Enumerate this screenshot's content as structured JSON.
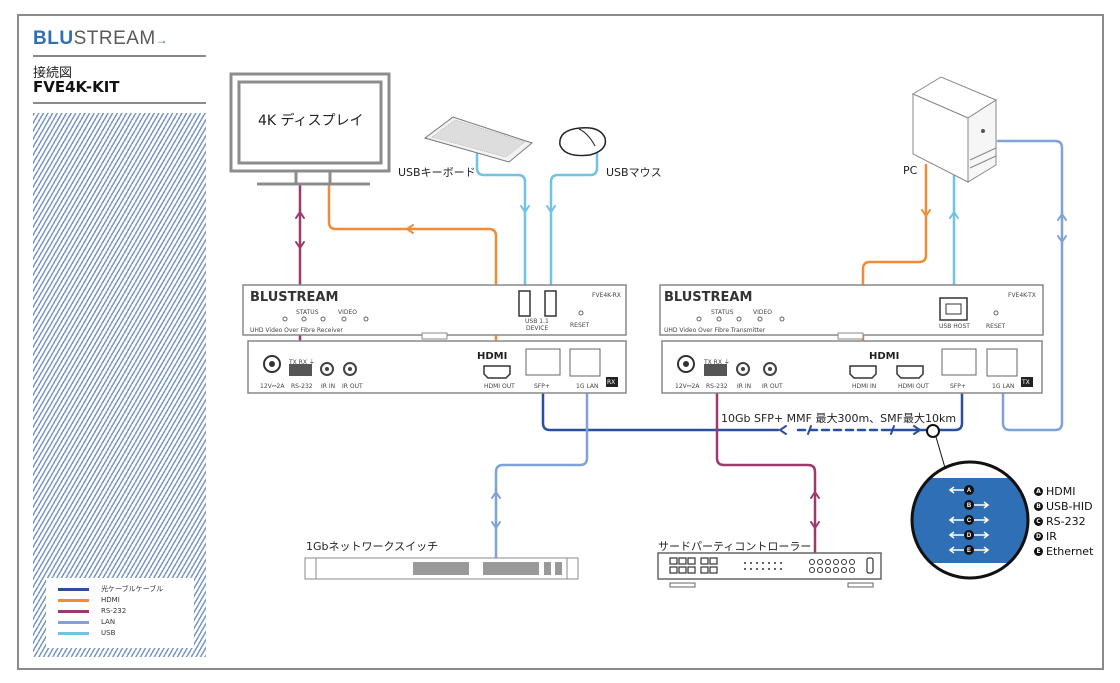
{
  "header": {
    "brand_bold": "BLU",
    "brand_thin": "STREAM",
    "subtitle": "接続図",
    "model": "FVE4K-KIT"
  },
  "legend": {
    "items": [
      {
        "label": "光ケーブルケーブル",
        "color": "#2b4f9e"
      },
      {
        "label": "HDMI",
        "color": "#ee8c3a"
      },
      {
        "label": "RS-232",
        "color": "#9a3a6e"
      },
      {
        "label": "LAN",
        "color": "#7fa3d6"
      },
      {
        "label": "USB",
        "color": "#6fc3e4"
      }
    ]
  },
  "devices": {
    "display": "4K ディスプレイ",
    "keyboard": "USBキーボード",
    "mouse": "USBマウス",
    "pc": "PC",
    "switch": "1Gbネットワークスイッチ",
    "controller": "サードパーティコントローラー"
  },
  "receiver": {
    "brand": "BLUSTREAM",
    "model": "FVE4K-RX",
    "description": "UHD Video Over Fibre Receiver",
    "leds": [
      "⏻",
      "STATUS",
      "▭",
      "VIDEO",
      "⭠"
    ],
    "usb_label": "USB 1.1",
    "usb_sub": "DEVICE",
    "reset": "RESET",
    "hdmi_logo": "HDMI",
    "ports": [
      "12V⎓2A",
      "RS-232",
      "IR IN",
      "IR OUT",
      "HDMI OUT",
      "SFP+",
      "1G LAN"
    ],
    "rs232_pins": "TX RX ⏚",
    "badge": "RX"
  },
  "transmitter": {
    "brand": "BLUSTREAM",
    "model": "FVE4K-TX",
    "description": "UHD Video Over Fibre Transmitter",
    "leds": [
      "⏻",
      "STATUS",
      "▭",
      "VIDEO",
      "⭠"
    ],
    "usb_label": "USB HOST",
    "reset": "RESET",
    "hdmi_logo": "HDMI",
    "ports": [
      "12V⎓2A",
      "RS-232",
      "IR IN",
      "IR OUT",
      "HDMI IN",
      "HDMI OUT",
      "SFP+",
      "1G LAN"
    ],
    "rs232_pins": "TX RX ⏚",
    "badge": "TX"
  },
  "fiber": {
    "label": "10Gb SFP+ MMF 最大300m、SMF最大10km"
  },
  "signals": {
    "items": [
      {
        "letter": "A",
        "label": "HDMI"
      },
      {
        "letter": "B",
        "label": "USB-HID"
      },
      {
        "letter": "C",
        "label": "RS-232"
      },
      {
        "letter": "D",
        "label": "IR"
      },
      {
        "letter": "E",
        "label": "Ethernet"
      }
    ],
    "circle_color": "#2e6fb5"
  }
}
